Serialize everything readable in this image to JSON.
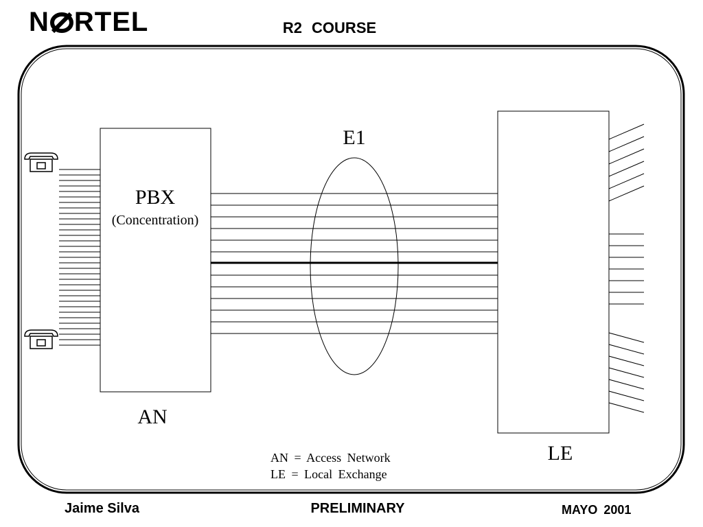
{
  "header": {
    "logo": "NORTEL",
    "title": "R2 COURSE"
  },
  "diagram": {
    "pbx_label": "PBX",
    "pbx_sublabel": "(Concentration)",
    "an_label": "AN",
    "e1_label": "E1",
    "le_label": "LE",
    "legend": [
      "AN = Access Network",
      "LE = Local Exchange"
    ]
  },
  "footer": {
    "author": "Jaime Silva",
    "status": "PRELIMINARY",
    "date": "MAYO 2001"
  },
  "icons": [
    "telephone-icon",
    "telephone-icon"
  ]
}
